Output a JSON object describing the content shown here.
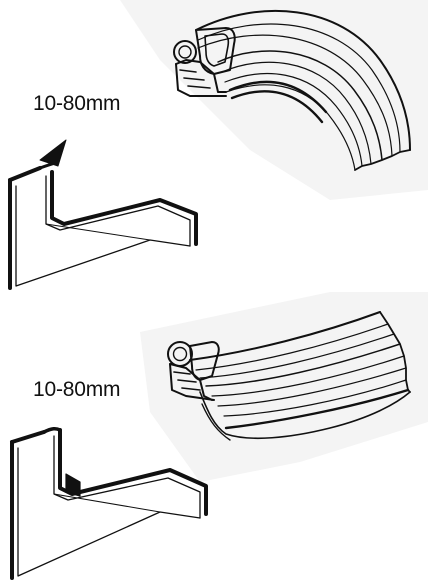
{
  "diagrams": [
    {
      "id": "top",
      "dimension_label": "10-80mm",
      "seal_profile_icon": "rubber-edge-seal-with-bulb-icon",
      "bracket_icon": "sheet-edge-with-arrow-icon"
    },
    {
      "id": "bottom",
      "dimension_label": "10-80mm",
      "seal_profile_icon": "rubber-edge-seal-with-bulb-icon",
      "bracket_icon": "sheet-edge-with-notch-icon"
    }
  ],
  "colors": {
    "line": "#111111",
    "shadow_band": "#e9e9e9",
    "background": "#ffffff"
  }
}
